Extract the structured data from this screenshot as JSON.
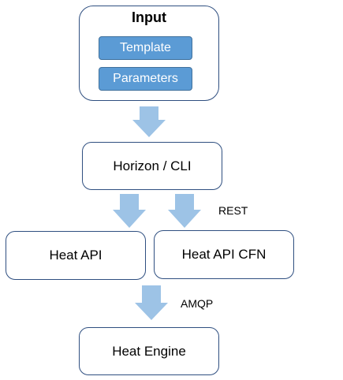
{
  "diagram": {
    "input": {
      "title": "Input",
      "items": [
        "Template",
        "Parameters"
      ]
    },
    "nodes": {
      "horizon": "Horizon / CLI",
      "heat_api": "Heat API",
      "heat_api_cfn": "Heat API CFN",
      "heat_engine": "Heat Engine"
    },
    "edge_labels": {
      "rest": "REST",
      "amqp": "AMQP"
    },
    "colors": {
      "box_border": "#2f4f80",
      "pill_fill": "#5b9bd5",
      "arrow_fill": "#9dc3e6"
    }
  }
}
